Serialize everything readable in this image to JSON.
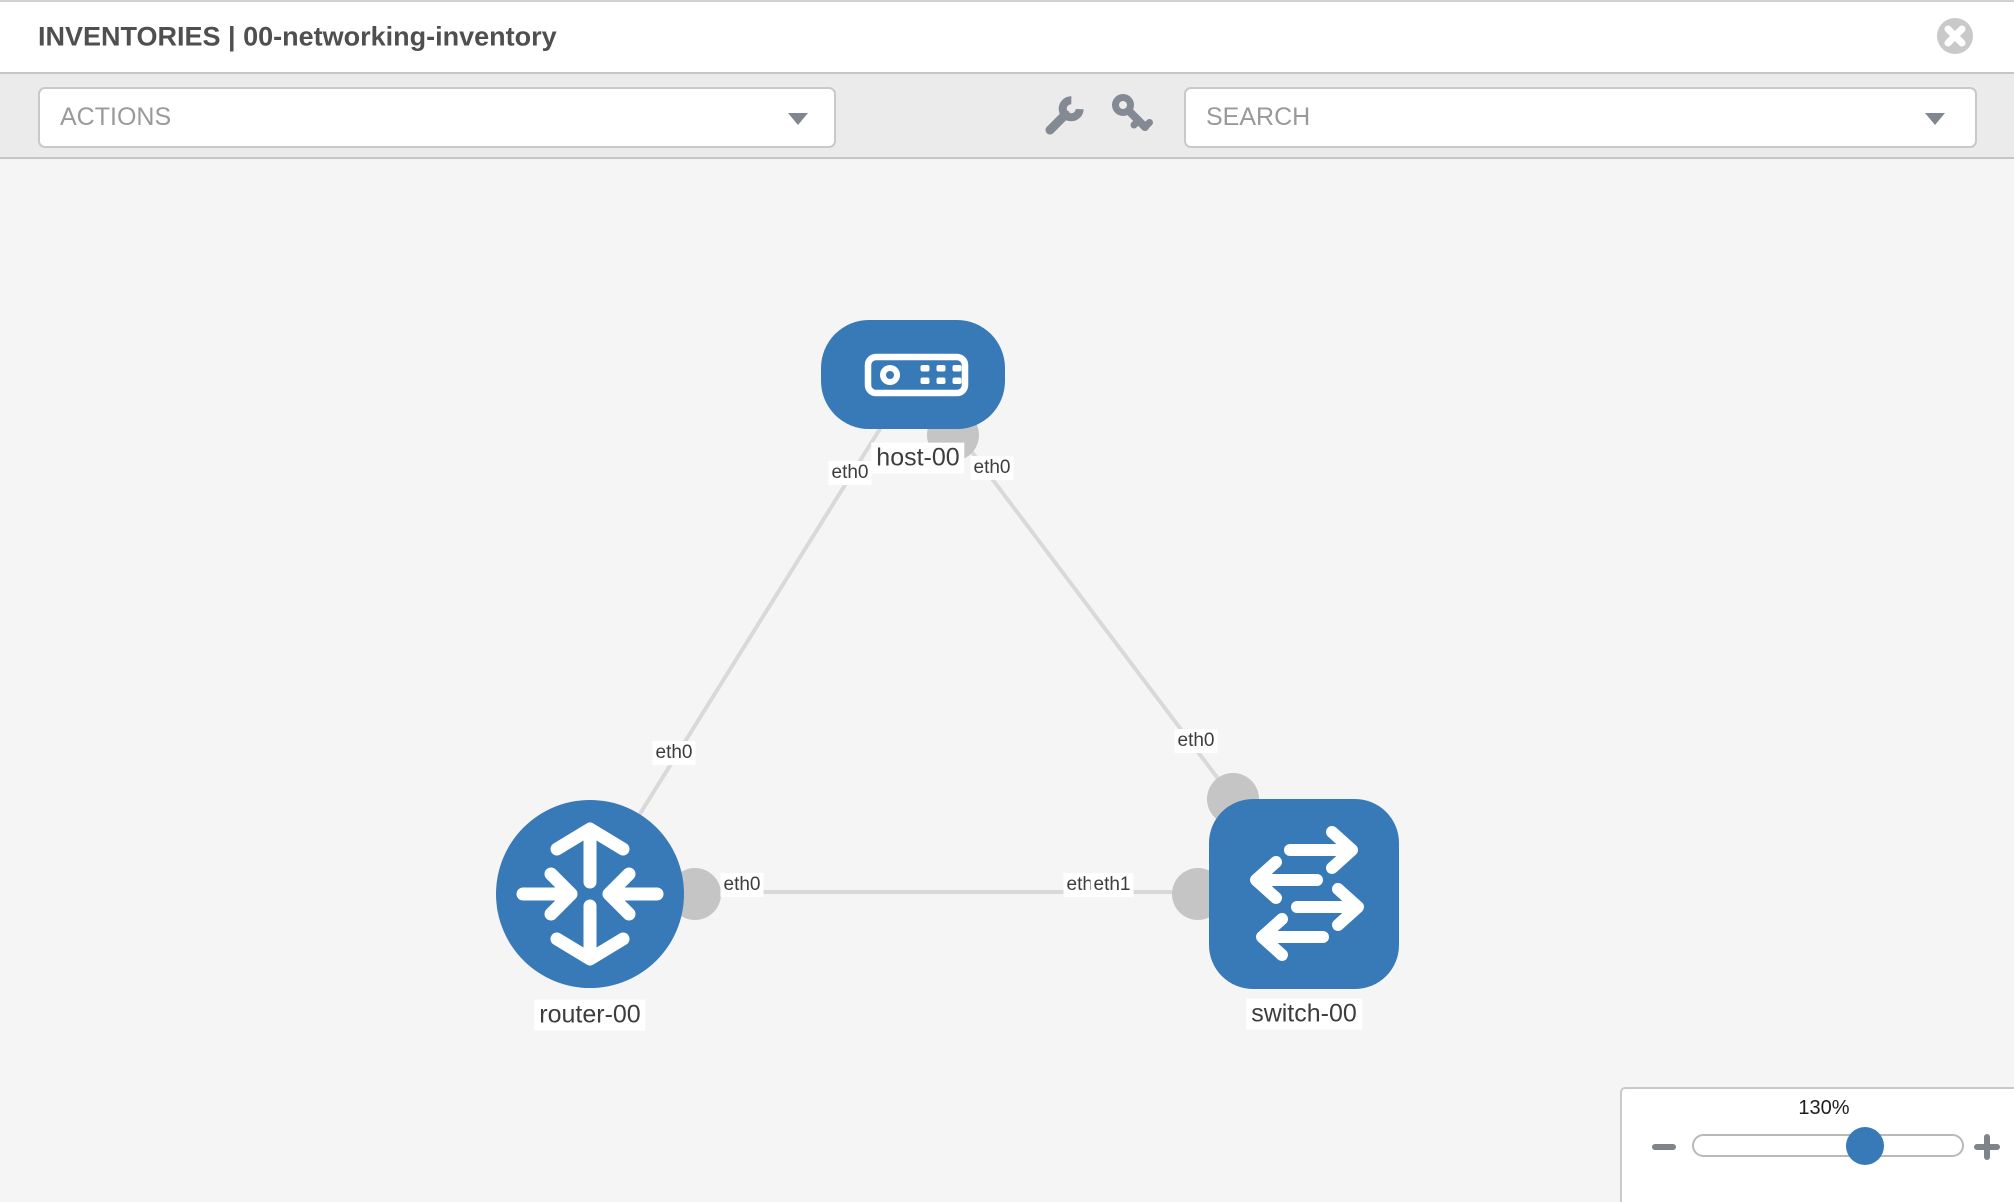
{
  "header": {
    "title": "INVENTORIES | 00-networking-inventory",
    "close_icon": "close-circle-icon"
  },
  "toolbar": {
    "actions_dropdown": {
      "value": "ACTIONS"
    },
    "tool_icons": [
      "wrench-icon",
      "key-icon"
    ],
    "search_dropdown": {
      "placeholder": "SEARCH"
    }
  },
  "topology": {
    "nodes": [
      {
        "label": "host-00",
        "type": "host",
        "shape": "rounded-rect",
        "icon": "server-icon"
      },
      {
        "label": "router-00",
        "type": "router",
        "shape": "circle",
        "icon": "router-arrows-icon"
      },
      {
        "label": "switch-00",
        "type": "switch",
        "shape": "rounded-square",
        "icon": "switch-arrows-icon"
      }
    ],
    "links": [
      {
        "from": "host-00",
        "from_interface": "eth0",
        "to": "router-00",
        "to_interface": "eth0"
      },
      {
        "from": "host-00",
        "from_interface": "eth0",
        "to": "switch-00",
        "to_interface": "eth0"
      },
      {
        "from": "router-00",
        "from_interface": "eth0",
        "to": "switch-00",
        "to_interface": "eth1"
      }
    ],
    "iface_labels": [
      {
        "text": "eth0",
        "at": "host-00 left"
      },
      {
        "text": "eth0",
        "at": "host-00 right"
      },
      {
        "text": "eth0",
        "at": "host-router link near router"
      },
      {
        "text": "eth0",
        "at": "host-switch link near switch"
      },
      {
        "text": "eth0",
        "at": "router-switch link near router"
      },
      {
        "text": "eth0",
        "at": "router-switch link near switch (partially hidden)"
      },
      {
        "text": "eth1",
        "at": "router-switch link near switch"
      }
    ]
  },
  "zoom_control": {
    "percent": "130%",
    "zoom_out_icon": "minus-icon",
    "zoom_in_icon": "plus-icon"
  },
  "colors": {
    "node_blue": "#377ab7",
    "connector_gray": "#c5c5c5",
    "link_gray": "#d9d9d9",
    "toolbar_bg": "#ebebeb",
    "canvas_bg": "#f5f5f5",
    "title_text": "#4f4f4f",
    "placeholder_text": "#9a9a9a",
    "icon_gray": "#848a93"
  }
}
